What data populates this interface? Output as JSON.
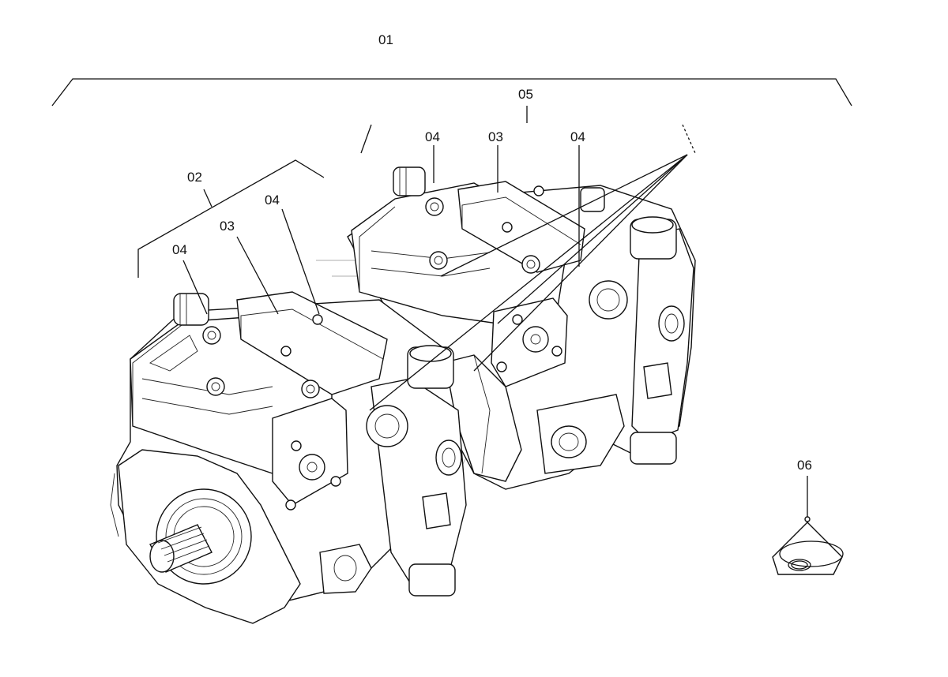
{
  "callouts": {
    "assembly": "01",
    "group_left": "02",
    "valve_left": "03",
    "solenoid_left_a": "04",
    "solenoid_left_b": "04",
    "group_right": "05",
    "solenoid_right_a": "04",
    "valve_right": "03",
    "solenoid_right_b": "04",
    "seal_kit": "06"
  }
}
